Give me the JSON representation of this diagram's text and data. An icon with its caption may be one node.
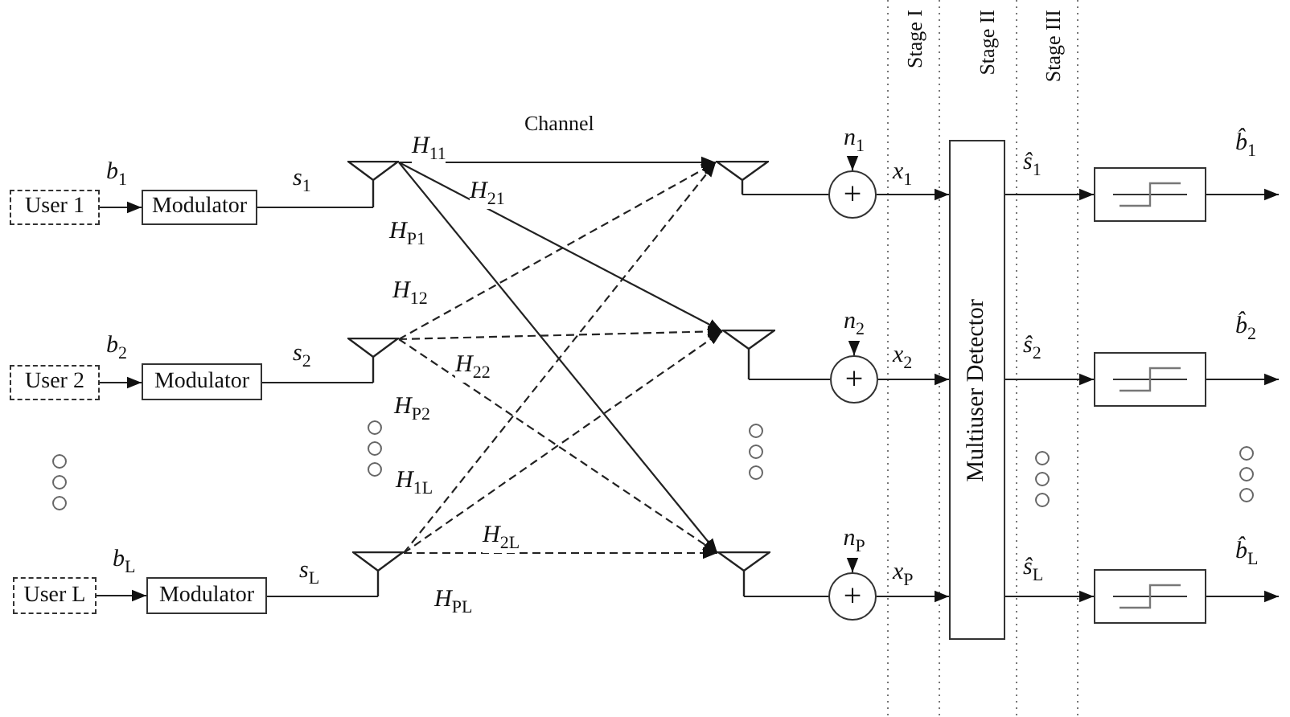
{
  "diagram": {
    "nodes": [
      {
        "text": [
          "User 1"
        ]
      },
      {
        "text": [
          "Modulator"
        ]
      },
      {
        "text": [
          "User 2"
        ]
      },
      {
        "text": [
          "Modulator"
        ]
      },
      {
        "text": [
          "User L"
        ]
      },
      {
        "text": [
          "Modulator"
        ]
      },
      {
        "text": [],
        "shape": "antenna"
      },
      {
        "text": [],
        "shape": "antenna"
      },
      {
        "text": [],
        "shape": "antenna"
      },
      {
        "text": [],
        "shape": "antenna"
      },
      {
        "text": [],
        "shape": "antenna"
      },
      {
        "text": [],
        "shape": "antenna"
      },
      {
        "text": [
          "*n*$_{1}$"
        ]
      },
      {
        "text": [
          "*n*$_{2}$"
        ]
      },
      {
        "text": [
          "*n*$_{P}$"
        ]
      },
      {
        "text": [
          "+"
        ]
      },
      {
        "text": [
          "+"
        ]
      },
      {
        "text": [
          "+"
        ]
      },
      {
        "text": [
          "Multiuser Detector"
        ]
      },
      {
        "text": [],
        "shape": "box"
      },
      {
        "text": [],
        "shape": "box"
      },
      {
        "text": [],
        "shape": "box"
      }
    ],
    "edges": [
      {
        "from": 0,
        "to": 1,
        "arrow": "to",
        "label": "*b*$_{1}$"
      },
      {
        "from": 1,
        "to": 6,
        "arrow": "none",
        "label": "*s*$_{1}$"
      },
      {
        "from": 2,
        "to": 3,
        "arrow": "to",
        "label": "*b*$_{2}$"
      },
      {
        "from": 3,
        "to": 7,
        "arrow": "none",
        "label": "*s*$_{2}$"
      },
      {
        "from": 4,
        "to": 5,
        "arrow": "to",
        "label": "*b*$_{L}$"
      },
      {
        "from": 5,
        "to": 8,
        "arrow": "none",
        "label": "*s*$_{L}$"
      },
      {
        "from": 6,
        "to": 9,
        "arrow": "to",
        "label": "*H*$_{11}$"
      },
      {
        "from": 6,
        "to": 10,
        "arrow": "to",
        "label": "*H*$_{21}$"
      },
      {
        "from": 6,
        "to": 11,
        "arrow": "to",
        "label": "*H*$_{P1}$"
      },
      {
        "from": 7,
        "to": 9,
        "arrow": "to",
        "label": "*H*$_{12}$",
        "style": "dashed"
      },
      {
        "from": 7,
        "to": 10,
        "arrow": "to",
        "label": "*H*$_{22}$",
        "style": "dashed"
      },
      {
        "from": 7,
        "to": 11,
        "arrow": "to",
        "label": "*H*$_{P2}$",
        "style": "dashed"
      },
      {
        "from": 8,
        "to": 9,
        "arrow": "to",
        "label": "*H*$_{1L}$",
        "style": "dashed"
      },
      {
        "from": 8,
        "to": 10,
        "arrow": "to",
        "label": "*H*$_{2L}$",
        "style": "dashed"
      },
      {
        "from": 8,
        "to": 11,
        "arrow": "to",
        "label": "*H*$_{PL}$",
        "style": "dashed"
      },
      {
        "from": 9,
        "to": 15,
        "arrow": "none"
      },
      {
        "from": 12,
        "to": 15,
        "arrow": "to"
      },
      {
        "from": 15,
        "to": 18,
        "arrow": "to",
        "label": "*x*$_{1}$"
      },
      {
        "from": 18,
        "to": 19,
        "arrow": "to",
        "label": "*ŝ*$_{1}$"
      },
      {
        "from": 19,
        "to": null,
        "arrow": "to",
        "label": "*b̂*$_{1}$"
      },
      {
        "from": 10,
        "to": 16,
        "arrow": "none"
      },
      {
        "from": 13,
        "to": 16,
        "arrow": "to"
      },
      {
        "from": 16,
        "to": 18,
        "arrow": "to",
        "label": "*x*$_{2}$"
      },
      {
        "from": 18,
        "to": 20,
        "arrow": "to",
        "label": "*ŝ*$_{2}$"
      },
      {
        "from": 20,
        "to": null,
        "arrow": "to",
        "label": "*b̂*$_{2}$"
      },
      {
        "from": 11,
        "to": 17,
        "arrow": "none"
      },
      {
        "from": 14,
        "to": 17,
        "arrow": "to"
      },
      {
        "from": 17,
        "to": 18,
        "arrow": "to",
        "label": "*x*$_{P}$"
      },
      {
        "from": 18,
        "to": 21,
        "arrow": "to",
        "label": "*ŝ*$_{L}$"
      },
      {
        "from": 21,
        "to": null,
        "arrow": "to",
        "label": "*b̂*$_{L}$"
      }
    ],
    "labels": [
      "Channel",
      "Stage I",
      "Stage II",
      "Stage III"
    ]
  }
}
